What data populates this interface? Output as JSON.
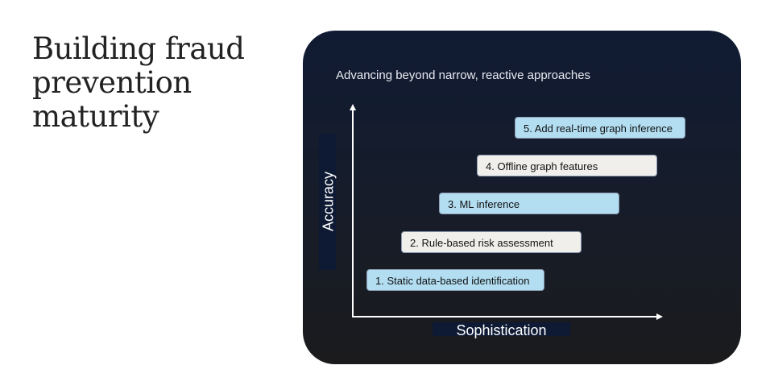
{
  "slide": {
    "title": "Building fraud prevention maturity"
  },
  "diagram": {
    "subtitle": "Advancing beyond narrow, reactive approaches",
    "y_axis_label": "Accuracy",
    "x_axis_label": "Sophistication",
    "steps": [
      {
        "label": "1. Static data-based identification",
        "color": "#b3def2"
      },
      {
        "label": "2. Rule-based risk assessment",
        "color": "#f0efec"
      },
      {
        "label": "3. ML inference",
        "color": "#b3def2"
      },
      {
        "label": "4. Offline graph features",
        "color": "#f0efec"
      },
      {
        "label": "5. Add real-time graph inference",
        "color": "#b3def2"
      }
    ]
  }
}
